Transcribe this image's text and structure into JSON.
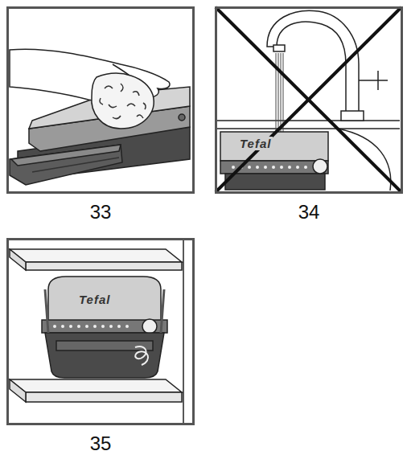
{
  "diagram": {
    "nodes": [
      {
        "text": [
          "33"
        ]
      },
      {
        "text": [
          "34"
        ]
      },
      {
        "text": [
          "35"
        ]
      }
    ],
    "labels": [
      "Tefal",
      "Tefal"
    ]
  }
}
